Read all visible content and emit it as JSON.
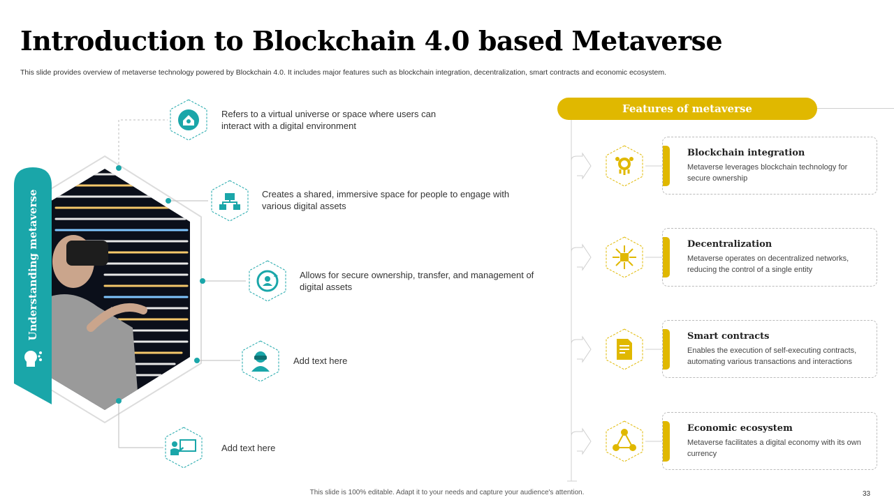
{
  "slide": {
    "title": "Introduction to Blockchain 4.0 based Metaverse",
    "subtitle": "This slide provides overview of metaverse technology powered by Blockchain 4.0. It includes major features such as blockchain integration, decentralization, smart contracts and economic ecosystem.",
    "footer_note": "This slide is 100% editable. Adapt it to your needs and capture your audience's attention.",
    "page_number": "33"
  },
  "colors": {
    "teal": "#1aa6a9",
    "yellow": "#e0b800"
  },
  "left": {
    "side_label": "Understanding metaverse",
    "side_icon": "head-network-icon",
    "items": [
      {
        "icon": "virtual-home-icon",
        "text": "Refers to a virtual universe or space where users can interact with a digital environment"
      },
      {
        "icon": "shared-network-icon",
        "text": "Creates a shared, immersive space for people to engage with various digital assets"
      },
      {
        "icon": "asset-exchange-icon",
        "text": "Allows for secure ownership, transfer, and management of digital assets"
      },
      {
        "icon": "vr-user-icon",
        "text": "Add text here"
      },
      {
        "icon": "presentation-board-icon",
        "text": "Add text here"
      }
    ]
  },
  "features": {
    "banner": "Features of metaverse",
    "items": [
      {
        "icon": "blockchain-gears-icon",
        "title": "Blockchain integration",
        "desc": "Metaverse leverages blockchain technology for secure ownership"
      },
      {
        "icon": "decentralized-chip-icon",
        "title": "Decentralization",
        "desc": "Metaverse operates on decentralized networks, reducing the control of a single entity"
      },
      {
        "icon": "smart-contract-icon",
        "title": "Smart contracts",
        "desc": "Enables the execution of self-executing contracts, automating various transactions and interactions"
      },
      {
        "icon": "economic-network-icon",
        "title": "Economic ecosystem",
        "desc": "Metaverse facilitates a digital economy with its own currency"
      }
    ]
  }
}
